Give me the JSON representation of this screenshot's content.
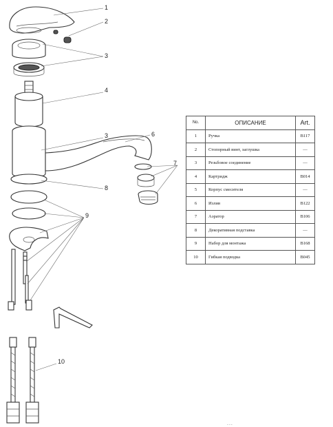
{
  "callouts": [
    "1",
    "2",
    "3",
    "4",
    "3",
    "6",
    "7",
    "8",
    "9",
    "10"
  ],
  "table": {
    "headers": {
      "no": "No.",
      "desc": "ОПИСАНИЕ",
      "art": "Art."
    },
    "rows": [
      {
        "no": "1",
        "desc": "Ручка",
        "art": "B117"
      },
      {
        "no": "2",
        "desc": "Стопорный винт, заглушка",
        "art": "—"
      },
      {
        "no": "3",
        "desc": "Резьбовое соединение",
        "art": "—"
      },
      {
        "no": "4",
        "desc": "Картридж",
        "art": "B014"
      },
      {
        "no": "5",
        "desc": "Корпус смесителя",
        "art": "—"
      },
      {
        "no": "6",
        "desc": "Излив",
        "art": "B122"
      },
      {
        "no": "7",
        "desc": "Аэратор",
        "art": "B106"
      },
      {
        "no": "8",
        "desc": "Декоративная подставка",
        "art": "—"
      },
      {
        "no": "9",
        "desc": "Набор для монтажа",
        "art": "B168"
      },
      {
        "no": "10",
        "desc": "Гибкая подводка",
        "art": "B045"
      }
    ]
  },
  "footer_mark": "..."
}
